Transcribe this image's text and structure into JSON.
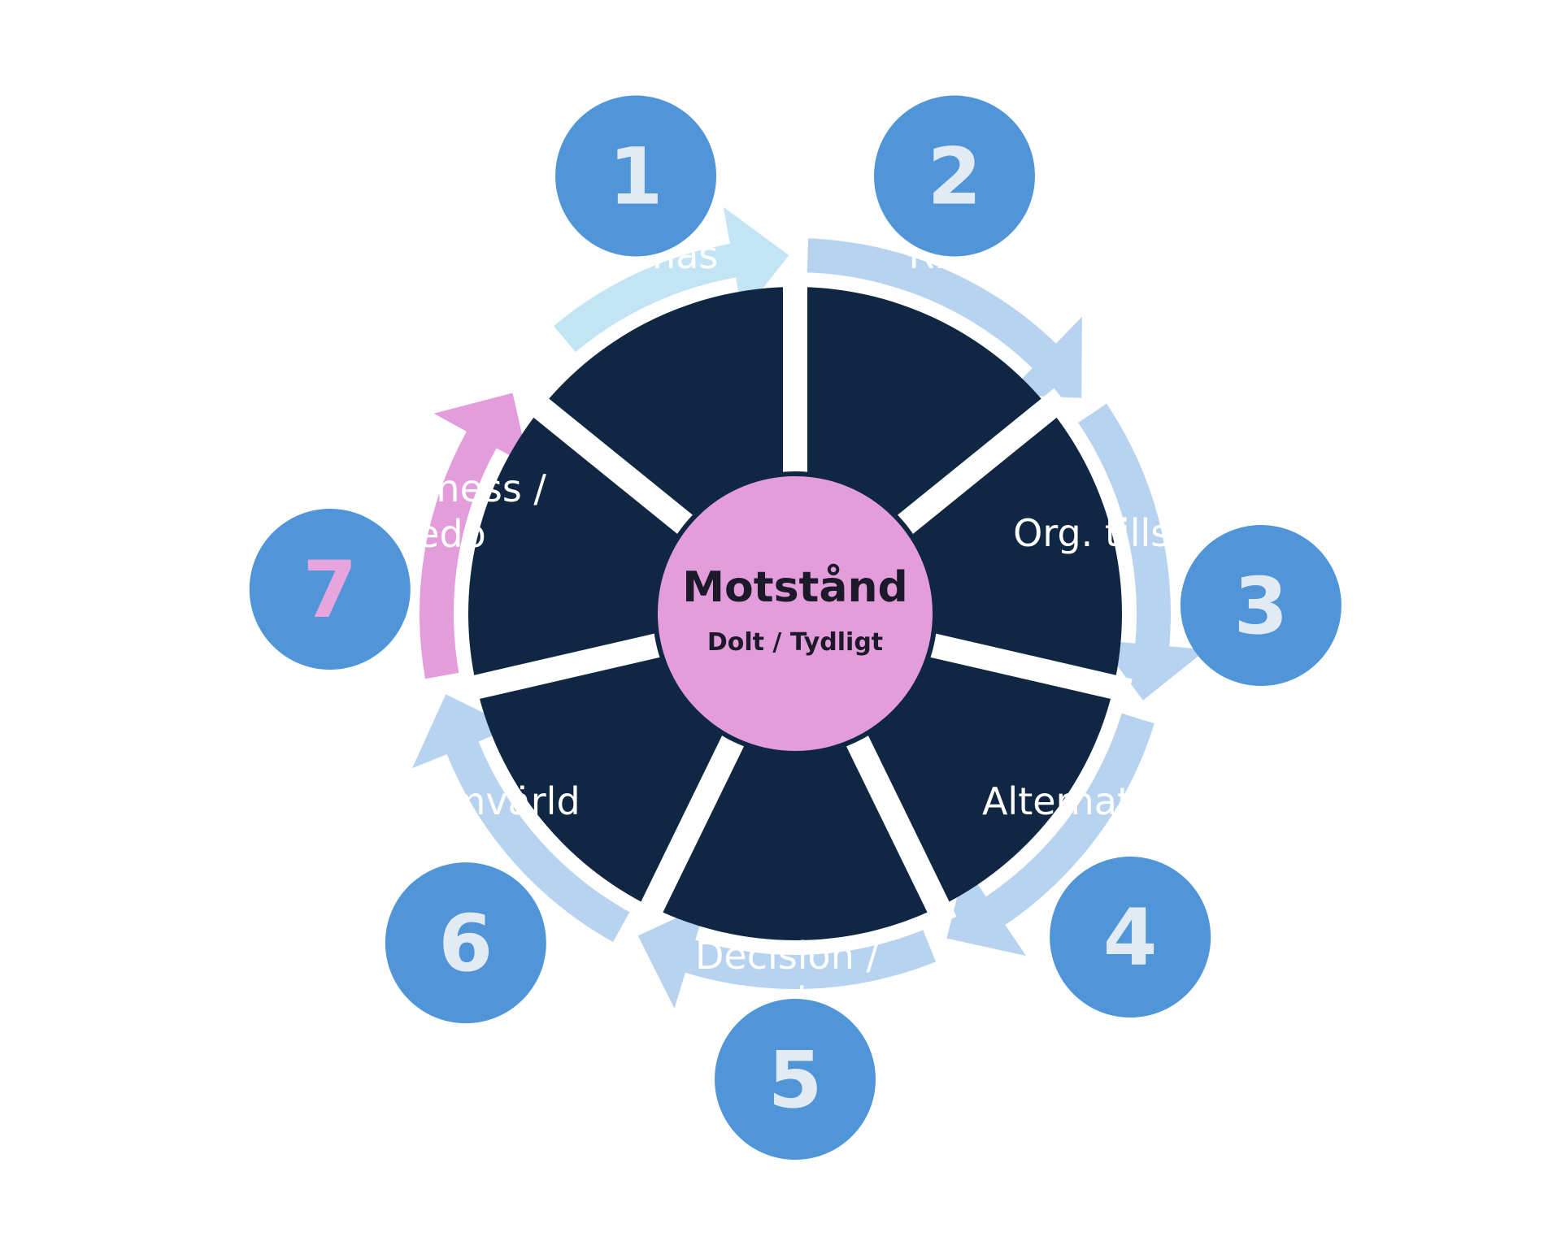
{
  "center": {
    "title": "Motstånd",
    "subtitle": "Dolt / Tydligt"
  },
  "steps": [
    {
      "number": "1",
      "label_lines": [
        "Personas"
      ]
    },
    {
      "number": "2",
      "label_lines": [
        "Risk"
      ]
    },
    {
      "number": "3",
      "label_lines": [
        "Org. tillstånd"
      ]
    },
    {
      "number": "4",
      "label_lines": [
        "Alternativ"
      ]
    },
    {
      "number": "5",
      "label_lines": [
        "Decision /",
        "Beslut"
      ]
    },
    {
      "number": "6",
      "label_lines": [
        "Omvärld"
      ]
    },
    {
      "number": "7",
      "label_lines": [
        "Readiness /",
        "Redo"
      ]
    }
  ],
  "colors": {
    "segment": "#0f2742",
    "divider": "#ffffff",
    "arrow_first": "#c3e4f5",
    "arrow_default": "#b7d3f0",
    "arrow_last": "#e39ddb",
    "badge": "#5095d8",
    "badge_text": "#e2eaf4",
    "badge_text_last": "#e8a5dd",
    "center_fill": "#e39ddb"
  }
}
